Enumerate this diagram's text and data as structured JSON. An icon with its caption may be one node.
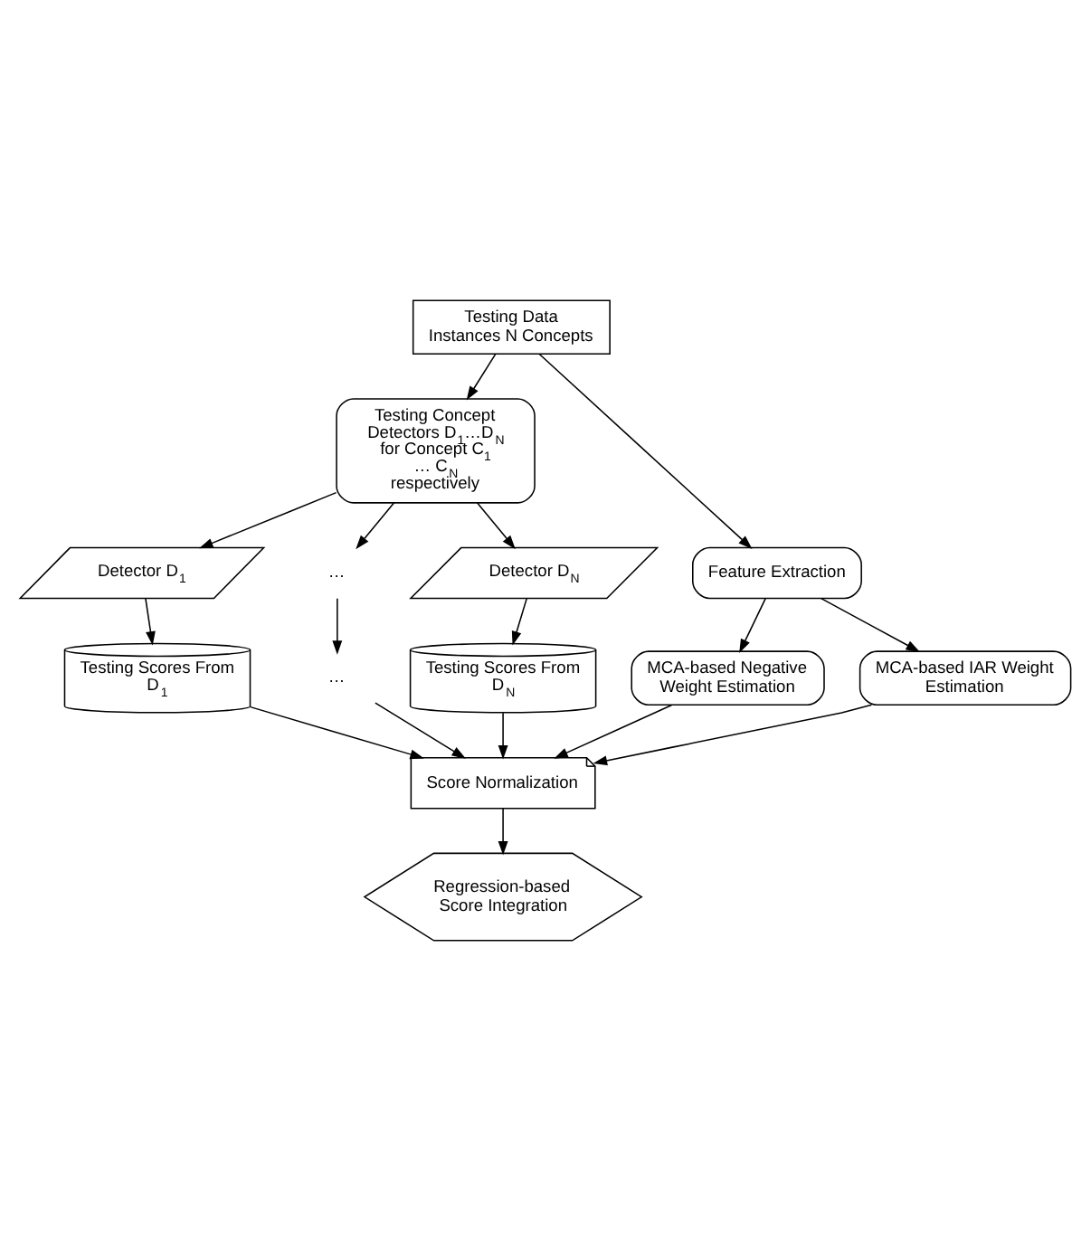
{
  "diagram": {
    "nodes": [
      {
        "text": [
          "Testing Data Instances N Concepts"
        ]
      },
      {
        "text": [
          "Testing Concept Detectors D$_{1}$…D$_{N}$ for Concept C$_{1}$ … C$_{N}$ respectively"
        ]
      },
      {
        "text": [
          "Detector D$_{1}$"
        ]
      },
      {
        "text": [
          "…"
        ]
      },
      {
        "text": [
          "Detector D$_{N}$"
        ]
      },
      {
        "text": [
          "Testing Scores From D$_{1}$"
        ]
      },
      {
        "text": [
          "…"
        ]
      },
      {
        "text": [
          "Testing Scores From D$_{N}$"
        ]
      },
      {
        "text": [
          "Feature Extraction"
        ]
      },
      {
        "text": [
          "MCA-based Negative Weight Estimation"
        ]
      },
      {
        "text": [
          "MCA-based IAR Weight Estimation"
        ]
      },
      {
        "text": [
          "Score Normalization"
        ]
      },
      {
        "text": [
          "Regression-based Score Integration"
        ]
      }
    ],
    "edges": [
      {
        "from": 0,
        "to": 1,
        "arrow": "to"
      },
      {
        "from": 0,
        "to": 8,
        "arrow": "to"
      },
      {
        "from": 1,
        "to": 2,
        "arrow": "to"
      },
      {
        "from": 1,
        "to": 3,
        "arrow": "to"
      },
      {
        "from": 1,
        "to": 4,
        "arrow": "to"
      },
      {
        "from": 2,
        "to": 5,
        "arrow": "to"
      },
      {
        "from": 3,
        "to": 6,
        "arrow": "to"
      },
      {
        "from": 4,
        "to": 7,
        "arrow": "to"
      },
      {
        "from": 5,
        "to": 11,
        "arrow": "to"
      },
      {
        "from": 6,
        "to": 11,
        "arrow": "to"
      },
      {
        "from": 7,
        "to": 11,
        "arrow": "to"
      },
      {
        "from": 8,
        "to": 9,
        "arrow": "to"
      },
      {
        "from": 8,
        "to": 10,
        "arrow": "to"
      },
      {
        "from": 9,
        "to": 11,
        "arrow": "to"
      },
      {
        "from": 10,
        "to": 11,
        "arrow": "to"
      },
      {
        "from": 11,
        "to": 12,
        "arrow": "to"
      }
    ]
  }
}
